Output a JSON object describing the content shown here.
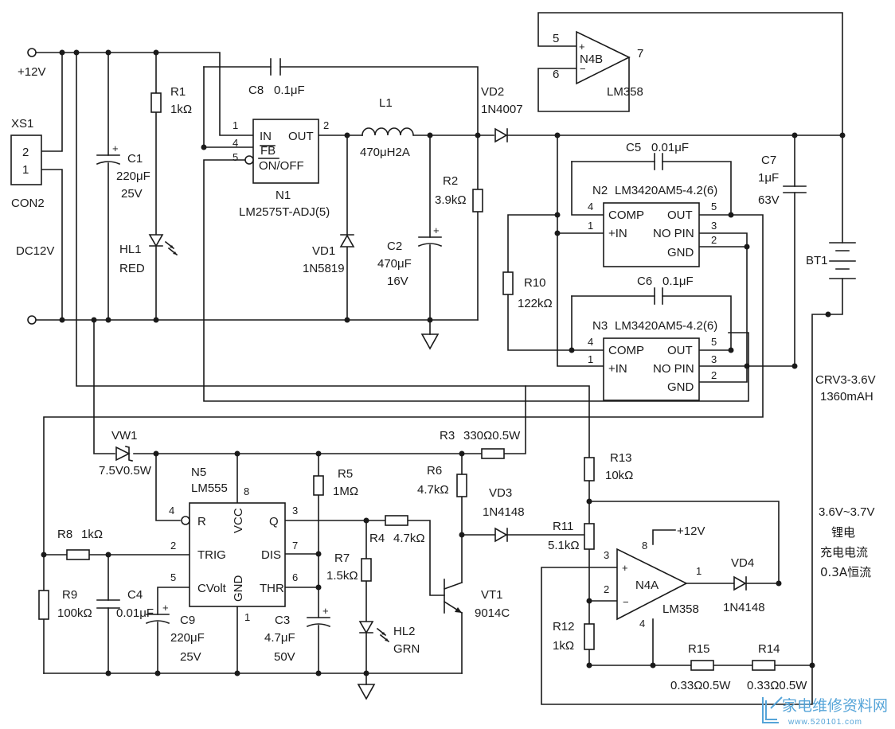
{
  "supply": {
    "plus_label": "+12V",
    "connector_ref": "XS1",
    "connector_type": "CON2",
    "connector_pin_top": "2",
    "connector_pin_bottom": "1",
    "input_label": "DC12V"
  },
  "components": {
    "r1": {
      "ref": "R1",
      "value": "1kΩ"
    },
    "c1": {
      "ref": "C1",
      "value": "220μF",
      "rating": "25V"
    },
    "hl1": {
      "ref": "HL1",
      "color": "RED"
    },
    "c8": {
      "ref": "C8",
      "value": "0.1μF"
    },
    "n1": {
      "ref": "N1",
      "part": "LM2575T-ADJ(5)",
      "pin_in": "IN",
      "pin_fb": "FB",
      "pin_onoff": "ON/OFF",
      "pin_out": "OUT",
      "pin1": "1",
      "pin4": "4",
      "pin5": "5",
      "pin2": "2"
    },
    "l1": {
      "ref": "L1",
      "value": "470μH2A"
    },
    "vd1": {
      "ref": "VD1",
      "part": "1N5819"
    },
    "c2": {
      "ref": "C2",
      "value": "470μF",
      "rating": "16V"
    },
    "r2": {
      "ref": "R2",
      "value": "3.9kΩ"
    },
    "vd2": {
      "ref": "VD2",
      "part": "1N4007"
    },
    "n4b": {
      "ref": "N4B",
      "part": "LM358",
      "pin5": "5",
      "pin6": "6",
      "pin7": "7"
    },
    "c5": {
      "ref": "C5",
      "value": "0.01μF"
    },
    "n2": {
      "ref": "N2",
      "part": "LM3420AM5-4.2(6)",
      "pin_comp": "COMP",
      "pin_in": "+IN",
      "pin_out": "OUT",
      "pin_nopin": "NO PIN",
      "pin_gnd": "GND",
      "pin4": "4",
      "pin1": "1",
      "pin5": "5",
      "pin3": "3",
      "pin2": "2"
    },
    "c6": {
      "ref": "C6",
      "value": "0.1μF"
    },
    "n3": {
      "ref": "N3",
      "part": "LM3420AM5-4.2(6)",
      "pin_comp": "COMP",
      "pin_in": "+IN",
      "pin_out": "OUT",
      "pin_nopin": "NO PIN",
      "pin_gnd": "GND",
      "pin4": "4",
      "pin1": "1",
      "pin5": "5",
      "pin3": "3",
      "pin2": "2"
    },
    "c7": {
      "ref": "C7",
      "value": "1μF",
      "rating": "63V"
    },
    "bt1": {
      "ref": "BT1",
      "part": "CRV3-3.6V",
      "capacity": "1360mAH"
    },
    "r10": {
      "ref": "R10",
      "value": "122kΩ"
    },
    "vw1": {
      "ref": "VW1",
      "value": "7.5V0.5W"
    },
    "n5": {
      "ref": "N5",
      "part": "LM555",
      "pin_r": "R",
      "pin_vcc": "VCC",
      "pin_q": "Q",
      "pin_trig": "TRIG",
      "pin_dis": "DIS",
      "pin_cvolt": "CVolt",
      "pin_gnd": "GND",
      "pin_thr": "THR",
      "pin4": "4",
      "pin8": "8",
      "pin3": "3",
      "pin2": "2",
      "pin7": "7",
      "pin5": "5",
      "pin6": "6",
      "pin1": "1"
    },
    "r3": {
      "ref": "R3",
      "value": "330Ω0.5W"
    },
    "r5": {
      "ref": "R5",
      "value": "1MΩ"
    },
    "r6": {
      "ref": "R6",
      "value": "4.7kΩ"
    },
    "vd3": {
      "ref": "VD3",
      "part": "1N4148"
    },
    "r13": {
      "ref": "R13",
      "value": "10kΩ"
    },
    "r8": {
      "ref": "R8",
      "value": "1kΩ"
    },
    "r4": {
      "ref": "R4",
      "value": "4.7kΩ"
    },
    "r7": {
      "ref": "R7",
      "value": "1.5kΩ"
    },
    "r11": {
      "ref": "R11",
      "value": "5.1kΩ"
    },
    "r9": {
      "ref": "R9",
      "value": "100kΩ"
    },
    "c4": {
      "ref": "C4",
      "value": "0.01μF"
    },
    "c9": {
      "ref": "C9",
      "value": "220μF",
      "rating": "25V"
    },
    "c3": {
      "ref": "C3",
      "value": "4.7μF",
      "rating": "50V"
    },
    "hl2": {
      "ref": "HL2",
      "color": "GRN"
    },
    "vt1": {
      "ref": "VT1",
      "part": "9014C"
    },
    "n4a": {
      "ref": "N4A",
      "part": "LM358",
      "supply": "+12V",
      "pin3": "3",
      "pin2": "2",
      "pin8": "8",
      "pin4": "4",
      "pin1": "1"
    },
    "vd4": {
      "ref": "VD4",
      "part": "1N4148"
    },
    "r12": {
      "ref": "R12",
      "value": "1kΩ"
    },
    "r15": {
      "ref": "R15",
      "value": "0.33Ω0.5W"
    },
    "r14": {
      "ref": "R14",
      "value": "0.33Ω0.5W"
    }
  },
  "notes": {
    "charge_voltage": "3.6V~3.7V",
    "line1": "锂电",
    "line2": "充电电流",
    "line3": "0.3A恒流"
  },
  "watermark": {
    "text": "家电维修资料网",
    "url": "www.520101.com"
  },
  "colors": {
    "ink": "#1a1a1a",
    "watermark": "#55a4d8"
  }
}
